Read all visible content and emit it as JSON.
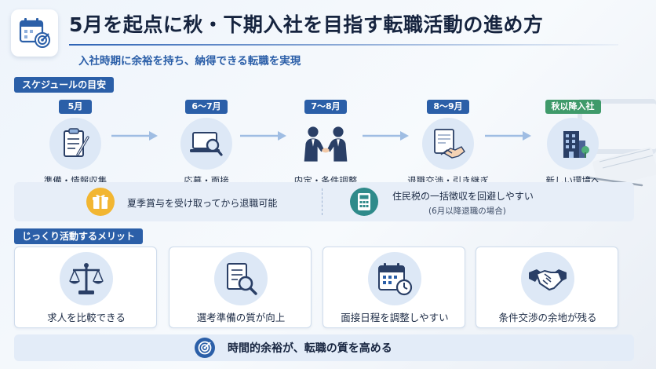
{
  "header": {
    "title": "5月を起点に秋・下期入社を目指す転職活動の進め方",
    "subtitle": "入社時期に余裕を持ち、納得できる転職を実現",
    "logo_icon": "calendar-target-icon"
  },
  "schedule": {
    "section_label": "スケジュールの目安",
    "steps": [
      {
        "period": "5月",
        "label": "準備・情報収集",
        "icon": "clipboard-pen-icon"
      },
      {
        "period": "6〜7月",
        "label": "応募・面接",
        "icon": "laptop-search-icon"
      },
      {
        "period": "7〜8月",
        "label": "内定・条件調整",
        "icon": "handshake-people-icon"
      },
      {
        "period": "8〜9月",
        "label": "退職交渉・引き継ぎ",
        "icon": "document-handshake-icon"
      },
      {
        "period": "秋以降入社",
        "label": "新しい環境へ",
        "icon": "office-building-icon"
      }
    ]
  },
  "info": {
    "left": {
      "text": "夏季賞与を受け取ってから退職可能",
      "icon": "gift-icon"
    },
    "right": {
      "text": "住民税の一括徴収を回避しやすい",
      "sub": "(6月以降退職の場合)",
      "icon": "calculator-icon"
    }
  },
  "merits": {
    "section_label": "じっくり活動するメリット",
    "cards": [
      {
        "label": "求人を比較できる",
        "icon": "scale-icon"
      },
      {
        "label": "選考準備の質が向上",
        "icon": "document-search-icon"
      },
      {
        "label": "面接日程を調整しやすい",
        "icon": "calendar-clock-icon"
      },
      {
        "label": "条件交渉の余地が残る",
        "icon": "handshake-icon"
      }
    ]
  },
  "footer": {
    "text": "時間的余裕が、転職の質を高める",
    "icon": "target-icon"
  },
  "colors": {
    "primary": "#2b5fa8",
    "accent_green": "#3f9a6a",
    "accent_gold": "#f2b632",
    "accent_teal": "#2f8a8a"
  }
}
